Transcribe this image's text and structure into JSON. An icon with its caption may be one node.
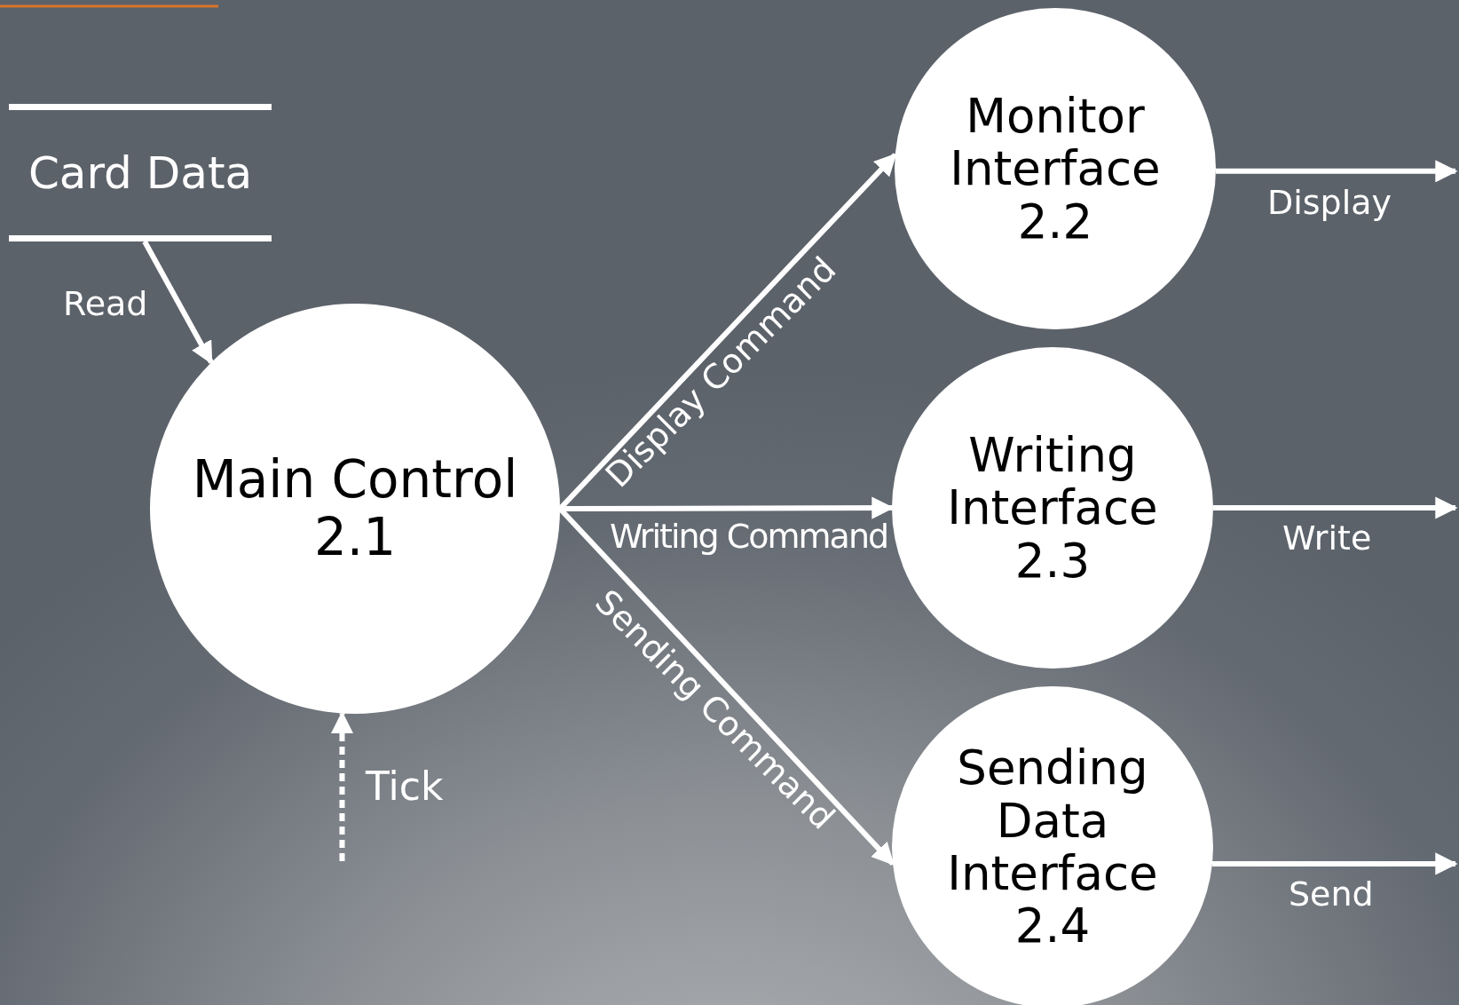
{
  "diagram": {
    "nodes": [
      {
        "text": [
          "Card Data"
        ]
      },
      {
        "text": [
          "Main Control",
          "2.1"
        ]
      },
      {
        "text": [
          "Monitor Interface",
          "2.2"
        ]
      },
      {
        "text": [
          "Writing Interface",
          "2.3"
        ]
      },
      {
        "text": [
          "Sending Data Interface",
          "2.4"
        ]
      }
    ],
    "edges": [
      {
        "from": 0,
        "to": 1,
        "arrow": "to",
        "label": "Read"
      },
      {
        "from": null,
        "to": 1,
        "arrow": "to",
        "label": "Tick",
        "style": "dashed"
      },
      {
        "from": 1,
        "to": 2,
        "arrow": "to",
        "label": "Display Command"
      },
      {
        "from": 1,
        "to": 3,
        "arrow": "to",
        "label": "Writing Command"
      },
      {
        "from": 1,
        "to": 4,
        "arrow": "to",
        "label": "Sending Command"
      },
      {
        "from": 2,
        "to": null,
        "arrow": "to",
        "label": "Display"
      },
      {
        "from": 3,
        "to": null,
        "arrow": "to",
        "label": "Write"
      },
      {
        "from": 4,
        "to": null,
        "arrow": "to",
        "label": "Send"
      }
    ]
  }
}
